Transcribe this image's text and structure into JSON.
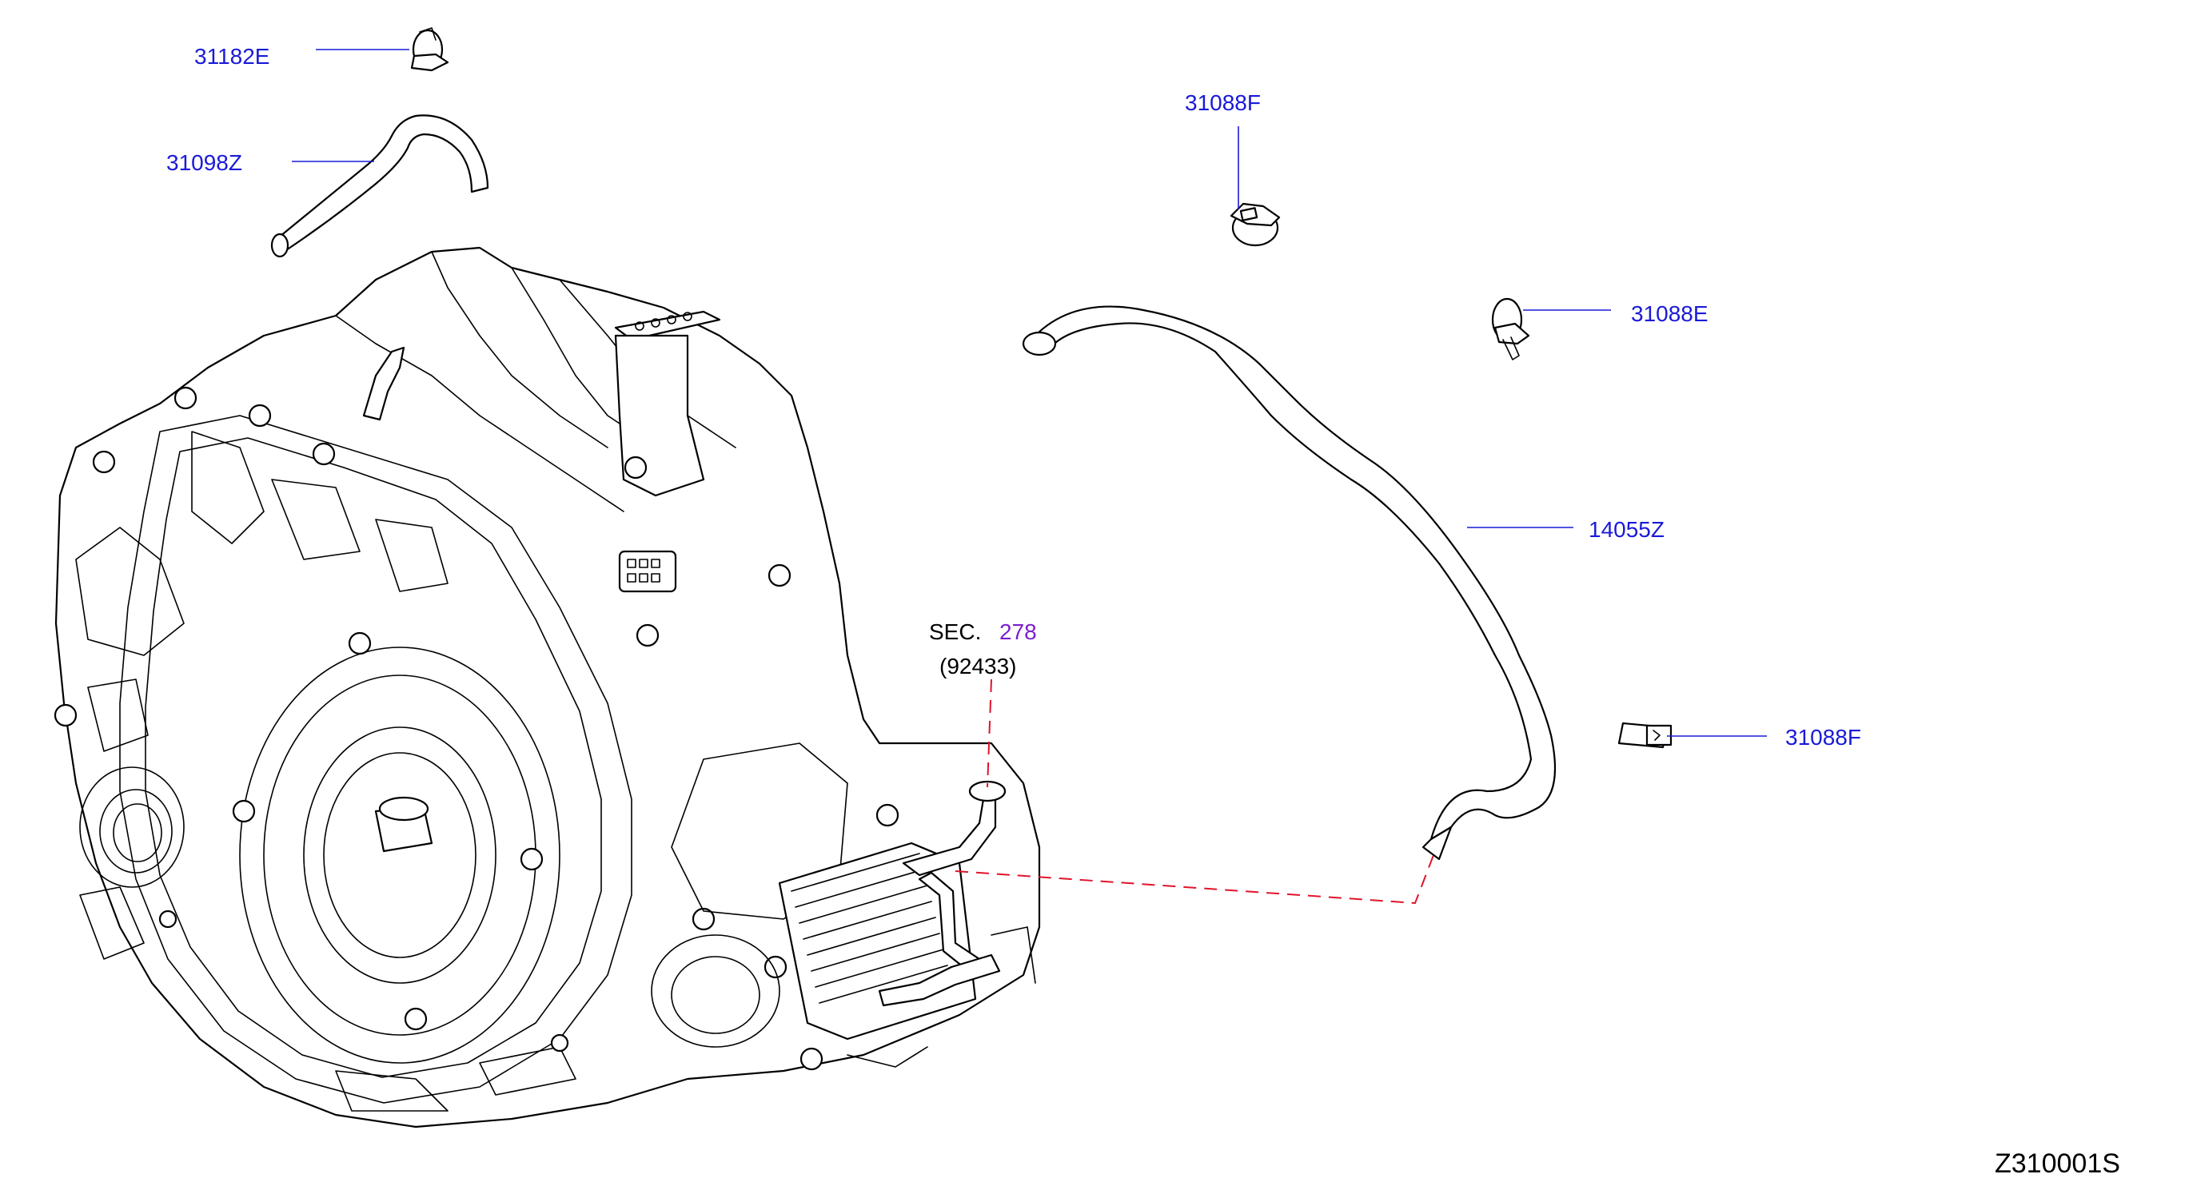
{
  "callouts": {
    "c31182e": "31182E",
    "c31098z": "31098Z",
    "c31088f_top": "31088F",
    "c31088e": "31088E",
    "c14055z": "14055Z",
    "c31088f_side": "31088F"
  },
  "section_ref": {
    "prefix": "SEC.",
    "number": "278",
    "part": "(92433)"
  },
  "diagram_code": "Z310001S",
  "colors": {
    "part_number": "#1a1ad8",
    "section_link": "#7a1fd0",
    "dashed_guide": "#e0142a",
    "linework": "#000000"
  }
}
